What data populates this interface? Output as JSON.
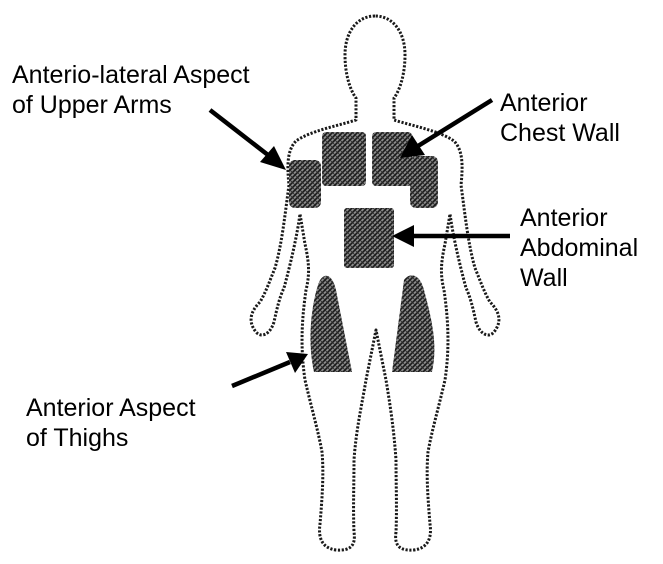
{
  "labels": {
    "upper_arms": [
      "Anterio-lateral Aspect",
      "of Upper Arms"
    ],
    "chest": [
      "Anterior",
      "Chest Wall"
    ],
    "abdomen": [
      "Anterior",
      "Abdominal",
      "Wall"
    ],
    "thighs": [
      "Anterior Aspect",
      "of Thighs"
    ]
  },
  "colors": {
    "ink": "#000000",
    "background": "#ffffff",
    "shading": "#3a3a3a"
  }
}
